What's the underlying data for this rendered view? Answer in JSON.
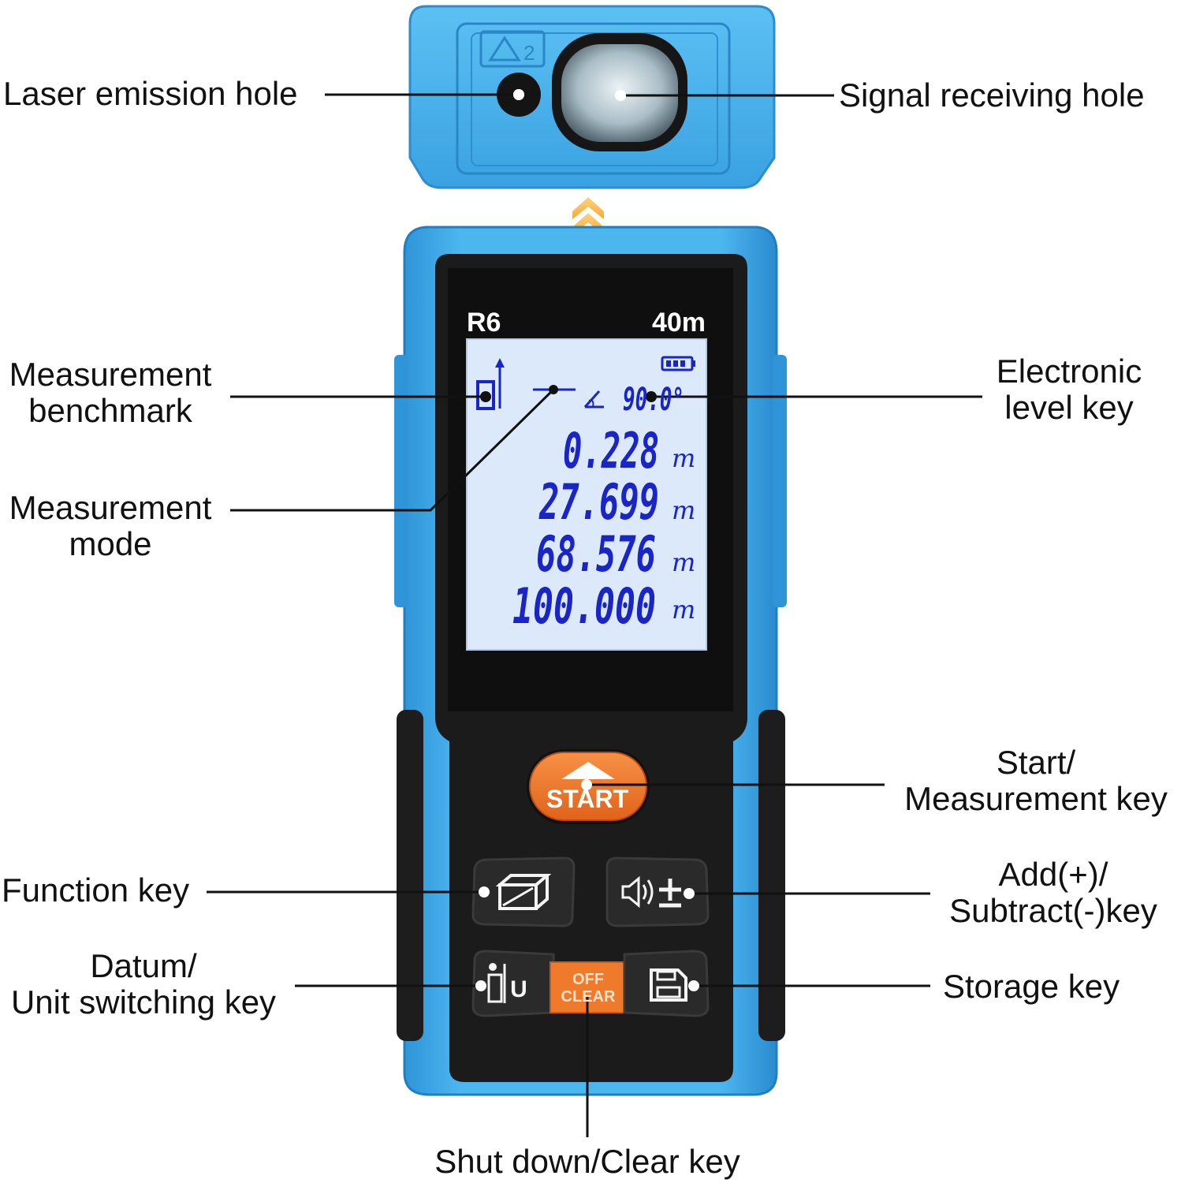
{
  "labels": {
    "laser_emission_hole": "Laser emission hole",
    "signal_receiving_hole": "Signal receiving hole",
    "measurement_benchmark": [
      "Measurement",
      "benchmark"
    ],
    "electronic_level_key": [
      "Electronic",
      "level key"
    ],
    "measurement_mode": [
      "Measurement",
      "mode"
    ],
    "start_measurement_key": [
      "Start/",
      "Measurement key"
    ],
    "function_key": "Function key",
    "add_subtract_key": [
      "Add(+)/",
      "Subtract(-)key"
    ],
    "datum_unit_key": [
      "Datum/",
      "Unit switching key"
    ],
    "storage_key": "Storage key",
    "shutdown_clear_key": "Shut down/Clear key"
  },
  "device": {
    "model": "R6",
    "range": "40m",
    "lcd": {
      "angle": "90.0°",
      "readings": [
        {
          "value": "0.228",
          "unit": "m"
        },
        {
          "value": "27.699",
          "unit": "m"
        },
        {
          "value": "68.576",
          "unit": "m"
        },
        {
          "value": "100.000",
          "unit": "m"
        }
      ]
    },
    "buttons": {
      "start": "START",
      "off_line1": "OFF",
      "off_line2": "CLEAR",
      "unit_letter": "U"
    }
  },
  "colors": {
    "body_blue": "#3aa7e6",
    "body_blue_dark": "#1f7fc0",
    "panel_black": "#1b1b1b",
    "lcd_bg": "#dbe9fb",
    "lcd_digits": "#1a25c8",
    "start_orange": "#f07a2b"
  },
  "icons": [
    "warning-triangle-icon",
    "laser-hole-icon",
    "lens-icon",
    "chevron-up-icon",
    "battery-icon",
    "benchmark-icon",
    "angle-icon",
    "volume-icon",
    "plus-minus-icon",
    "box-icon",
    "datum-icon",
    "floppy-disk-icon"
  ]
}
